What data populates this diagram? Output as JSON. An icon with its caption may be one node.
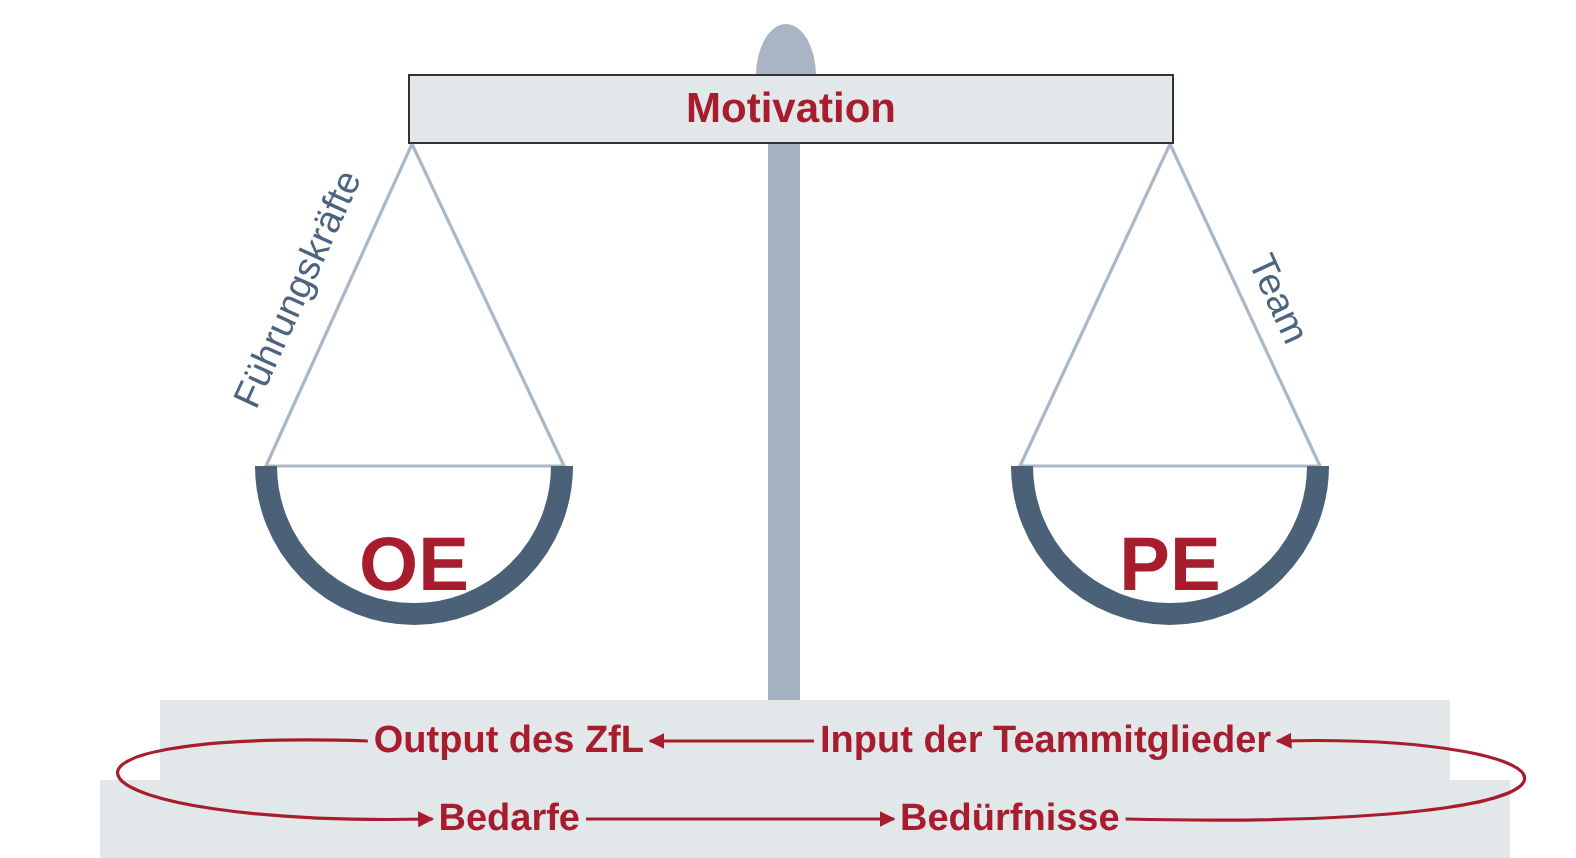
{
  "diagram": {
    "nodes": [
      {
        "text": [
          "Motivation"
        ]
      },
      {
        "text": [
          "OE"
        ]
      },
      {
        "text": [
          "PE"
        ]
      },
      {
        "text": [
          "Output des ZfL"
        ]
      },
      {
        "text": [
          "Input der Teammitglieder"
        ]
      },
      {
        "text": [
          "Bedarfe"
        ]
      },
      {
        "text": [
          "Bedürfnisse"
        ]
      }
    ],
    "edges": [
      {
        "from": 4,
        "to": 3,
        "arrow": "to"
      },
      {
        "from": 5,
        "to": 6,
        "arrow": "to"
      },
      {
        "from": 3,
        "to": 5,
        "arrow": "to"
      },
      {
        "from": 6,
        "to": 4,
        "arrow": "to"
      }
    ],
    "labels": [
      "Führungskräfte",
      "Team"
    ]
  }
}
